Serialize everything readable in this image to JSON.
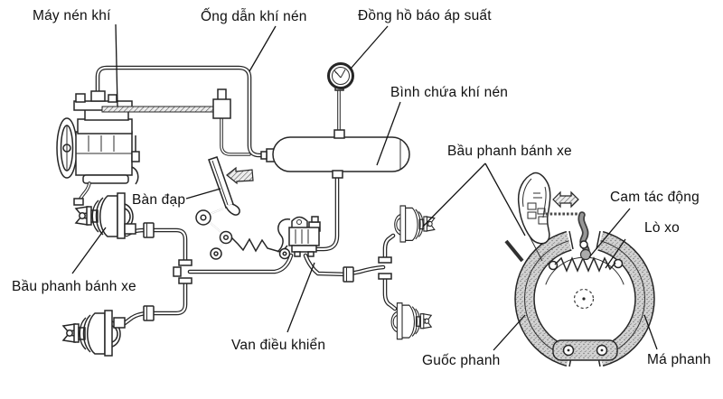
{
  "diagram": "air-brake-system",
  "labels": {
    "compressor": "Máy nén khí",
    "air_pipe": "Ống dẫn khí nén",
    "gauge": "Đồng hồ báo áp suất",
    "tank": "Bình chứa khí nén",
    "chamber_right": "Bầu phanh bánh xe",
    "cam": "Cam tác động",
    "spring": "Lò xo",
    "pedal": "Bàn đạp",
    "chamber_left": "Bầu phanh bánh xe",
    "valve": "Van điều khiển",
    "shoe": "Guốc phanh",
    "lining": "Má phanh"
  },
  "colors": {
    "ink": "#262626",
    "text": "#101010",
    "background": "#ffffff",
    "texture_gray": "#d2d2d2"
  }
}
